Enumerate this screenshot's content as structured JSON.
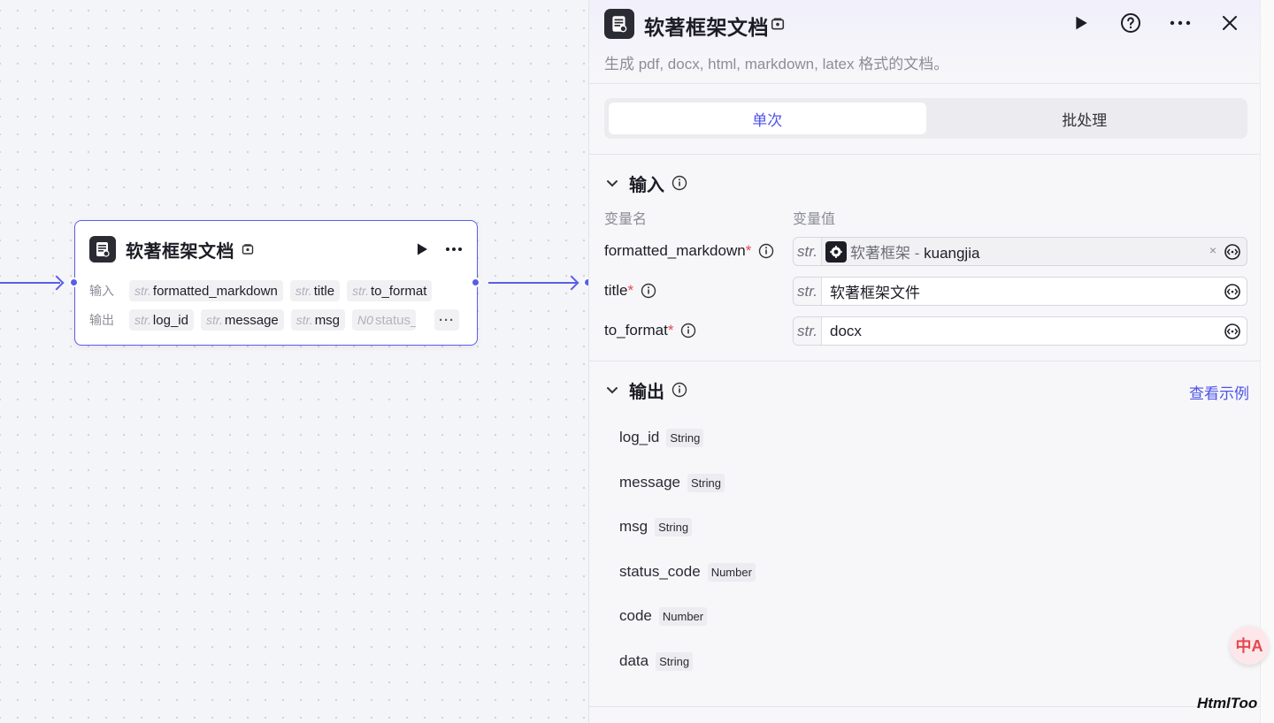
{
  "node": {
    "title": "软著框架文档",
    "input_label": "输入",
    "output_label": "输出",
    "type_str": "str.",
    "type_num": "N0",
    "inputs": [
      "formatted_markdown",
      "title",
      "to_format"
    ],
    "outputs": [
      "log_id",
      "message",
      "msg"
    ],
    "output_overflow": "status_",
    "more": "···"
  },
  "panel": {
    "title": "软著框架文档",
    "description": "生成 pdf, docx, html, markdown, latex 格式的文档。",
    "tabs": [
      {
        "label": "单次",
        "active": true
      },
      {
        "label": "批处理",
        "active": false
      }
    ],
    "input_section": {
      "title": "输入",
      "col_name": "变量名",
      "col_value": "变量值",
      "rows": [
        {
          "name": "formatted_markdown",
          "type": "str.",
          "ref_prefix": "软著框架 - ",
          "ref_value": "kuangjia",
          "clear": "×"
        },
        {
          "name": "title",
          "type": "str.",
          "value": "软著框架文件"
        },
        {
          "name": "to_format",
          "type": "str.",
          "value": "docx"
        }
      ]
    },
    "output_section": {
      "title": "输出",
      "view_example": "查看示例",
      "items": [
        {
          "name": "log_id",
          "type": "String"
        },
        {
          "name": "message",
          "type": "String"
        },
        {
          "name": "msg",
          "type": "String"
        },
        {
          "name": "status_code",
          "type": "Number"
        },
        {
          "name": "code",
          "type": "Number"
        },
        {
          "name": "data",
          "type": "String"
        }
      ]
    }
  },
  "translate_fab": "中A",
  "watermark": "HtmlToo",
  "colors": {
    "accent": "#4d53e8",
    "edge": "#5a5ee6",
    "required": "#e5484d"
  }
}
